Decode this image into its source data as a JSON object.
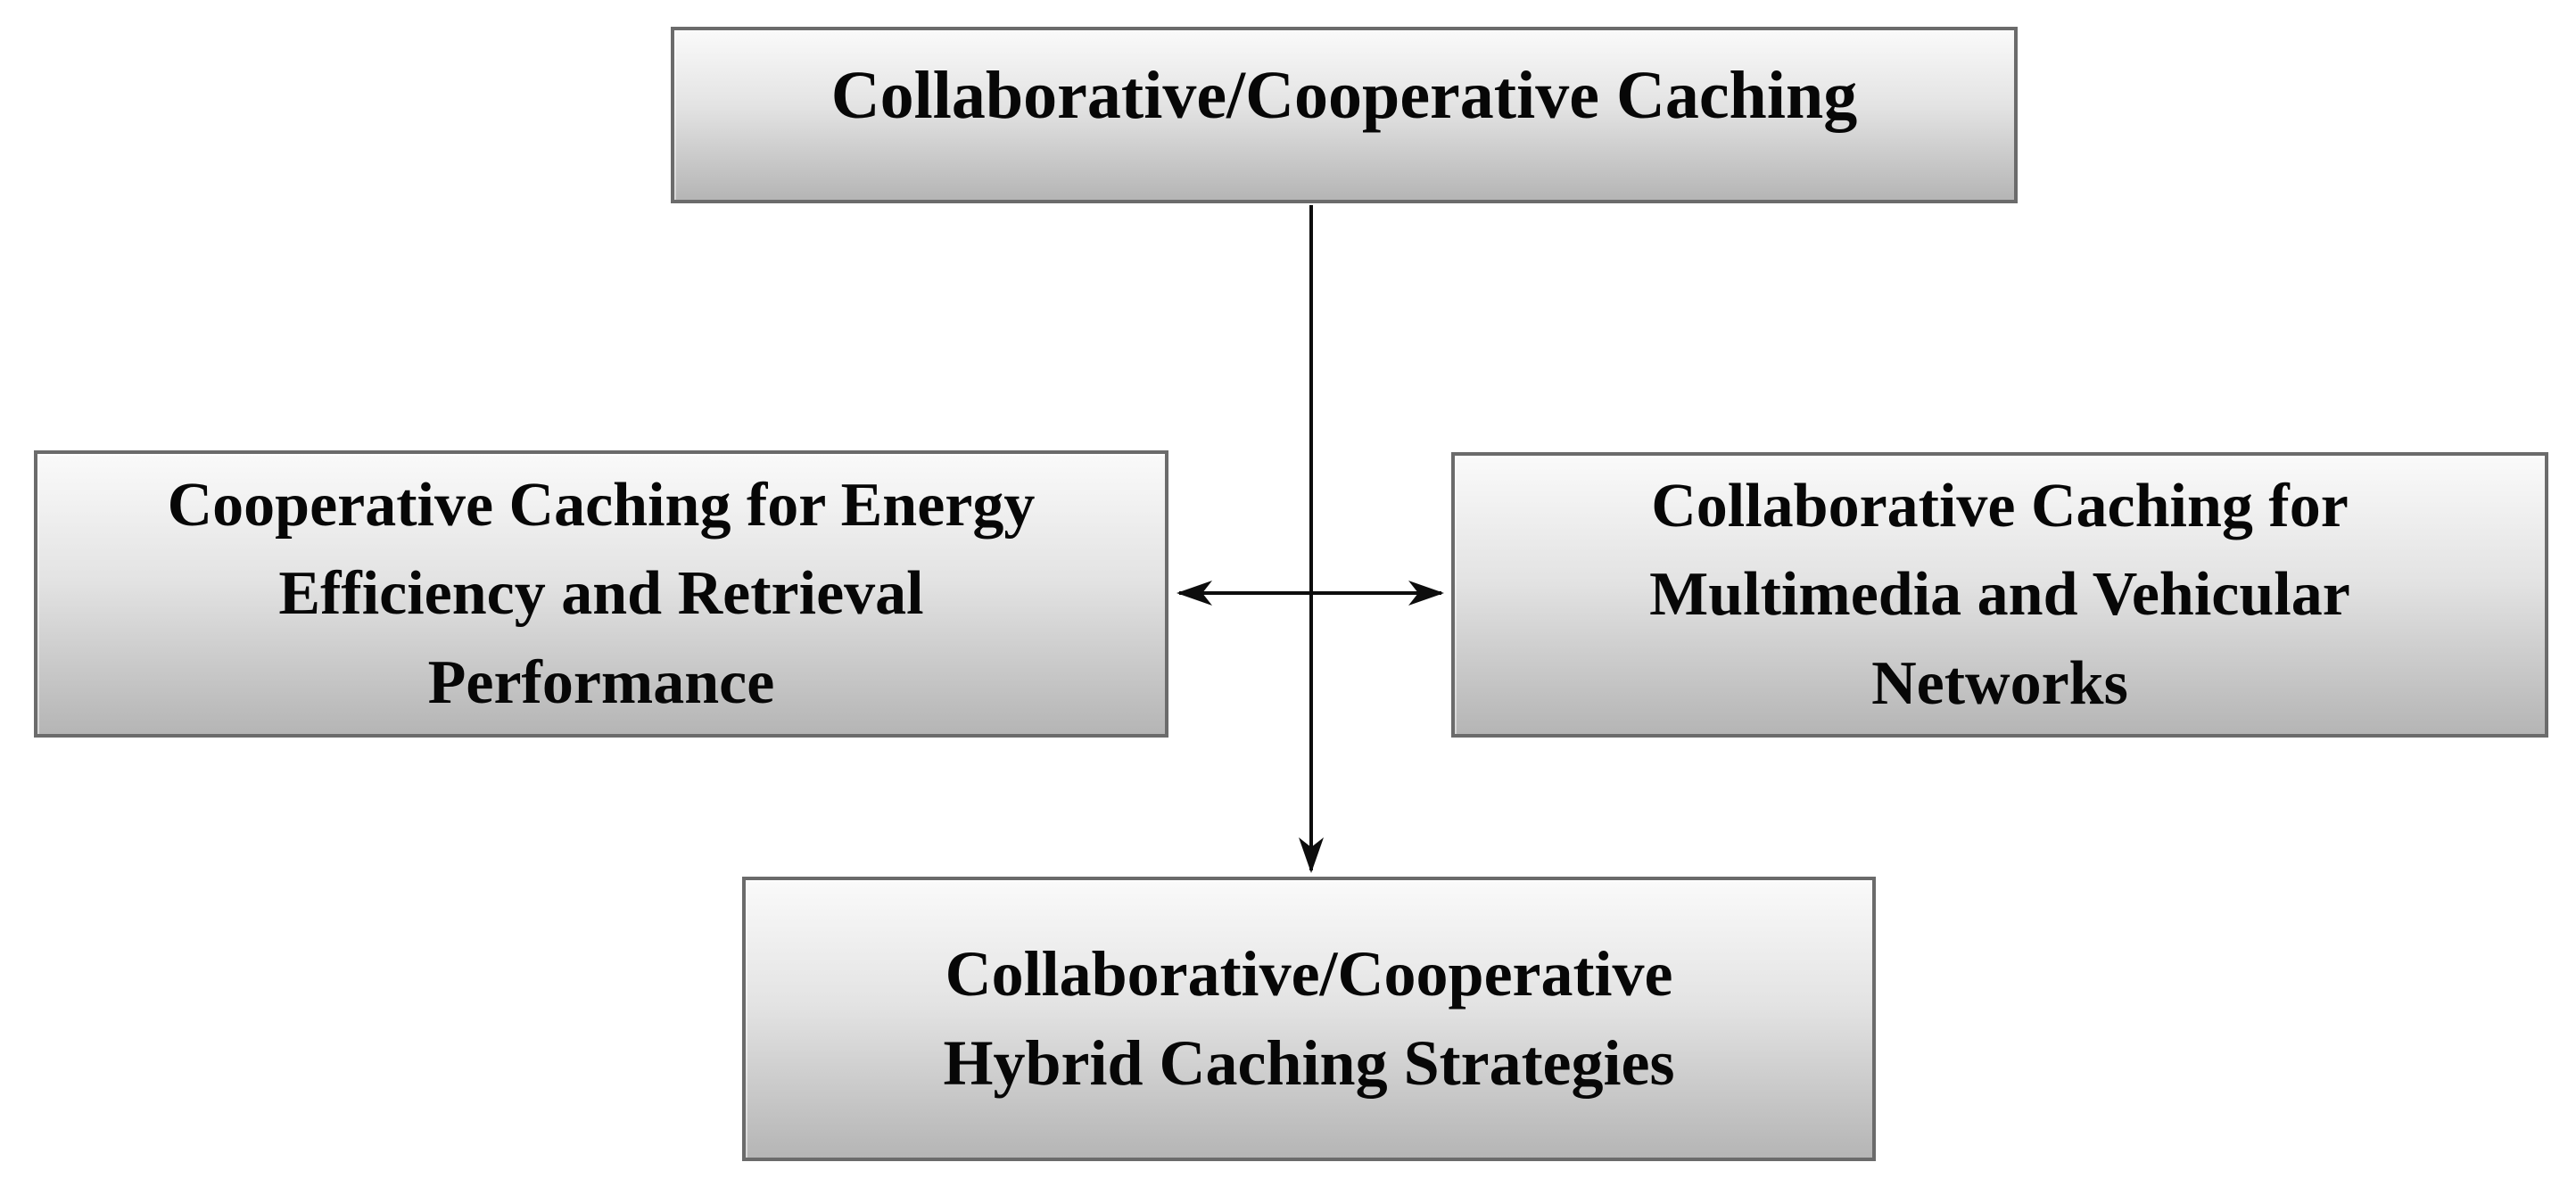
{
  "colors": {
    "background": "#ffffff",
    "box_border": "#6b6b6b",
    "box_fill_top": "#fafafa",
    "box_fill_mid": "#e3e3e3",
    "box_fill_bottom": "#b5b5b5",
    "text_color": "#070707",
    "line_color": "#0d0d0d"
  },
  "nodes": {
    "root": {
      "label": "Collaborative/Cooperative Caching",
      "lines": [
        "Collaborative/Cooperative Caching"
      ]
    },
    "left": {
      "label": "Cooperative Caching for Energy Efficiency and Retrieval Performance",
      "lines": [
        "Cooperative Caching for Energy",
        "Efficiency and Retrieval",
        "Performance"
      ]
    },
    "right": {
      "label": "Collaborative Caching for Multimedia and Vehicular Networks",
      "lines": [
        "Collaborative Caching for",
        "Multimedia and Vehicular",
        "Networks"
      ]
    },
    "bottom": {
      "label": "Collaborative/Cooperative Hybrid Caching Strategies",
      "lines": [
        "Collaborative/Cooperative",
        "Hybrid Caching Strategies"
      ]
    }
  },
  "connectors": [
    {
      "name": "root-to-hybrid",
      "type": "arrow",
      "from": "root",
      "to": "bottom",
      "direction": "down"
    },
    {
      "name": "energy-multimedia-link",
      "type": "double-arrow",
      "from": "left",
      "to": "right",
      "direction": "horizontal"
    }
  ]
}
